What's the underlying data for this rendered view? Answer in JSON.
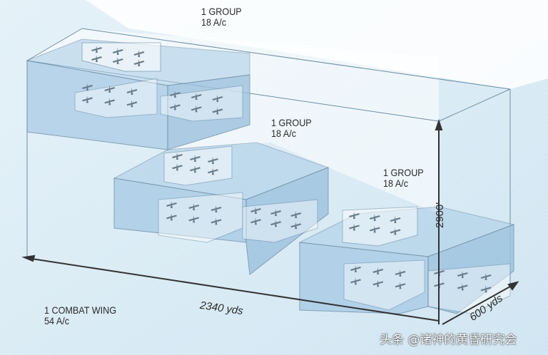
{
  "groups": [
    {
      "name": "1 GROUP",
      "aircraft": "18 A/c"
    },
    {
      "name": "1 GROUP",
      "aircraft": "18 A/c"
    },
    {
      "name": "1 GROUP",
      "aircraft": "18 A/c"
    }
  ],
  "wing": {
    "name": "1 COMBAT WING",
    "aircraft": "54 A/c"
  },
  "dimensions": {
    "length": "2340 yds",
    "height": "2900'",
    "depth": "600 yds"
  },
  "watermark": "头条 @诸神的黄昏研究会",
  "colors": {
    "box_fill": "#a9cce6",
    "box_stroke": "#6d8ea6",
    "background": "#d3e8f3"
  }
}
